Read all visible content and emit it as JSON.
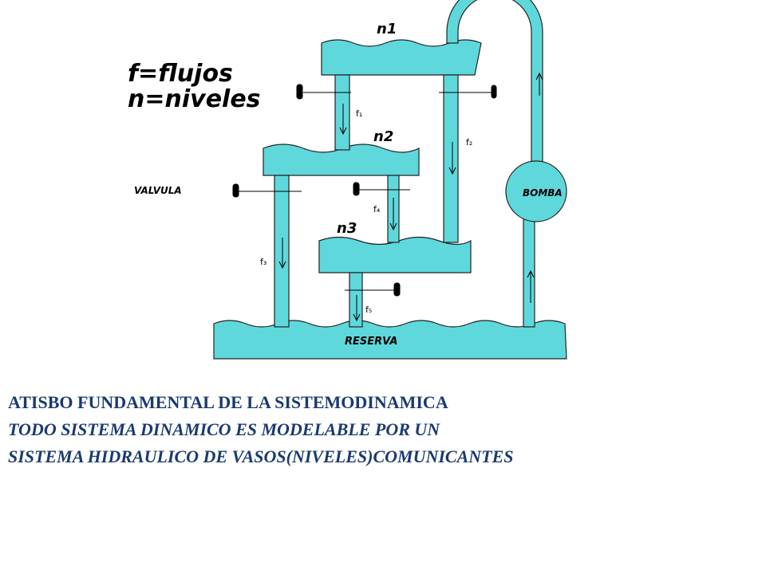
{
  "diagram": {
    "legend_flows": "f=flujos",
    "legend_levels": "n=niveles",
    "tank_n1": "n1",
    "tank_n2": "n2",
    "tank_n3": "n3",
    "flow_f1": "f₁",
    "flow_f2": "f₂",
    "flow_f3": "f₃",
    "flow_f4": "f₄",
    "flow_f5": "f₅",
    "valve_label": "VALVULA",
    "pump_label": "BOMBA",
    "reserve_label": "RESERVA",
    "colors": {
      "water": "#5fd8dc",
      "outline": "#000000",
      "caption": "#1a3a6e"
    }
  },
  "caption": {
    "line1": "ATISBO FUNDAMENTAL DE LA SISTEMODINAMICA",
    "line2": "TODO SISTEMA DINAMICO ES MODELABLE POR UN",
    "line3": "SISTEMA HIDRAULICO DE VASOS(NIVELES)COMUNICANTES"
  }
}
